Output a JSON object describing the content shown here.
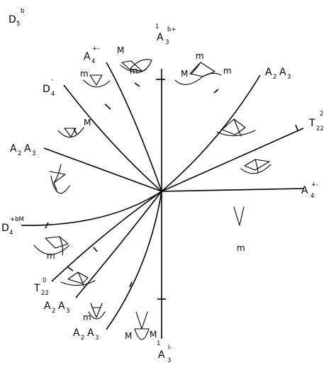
{
  "diagram": {
    "corner_label": {
      "main": "D",
      "sub": "5",
      "sup": "b"
    },
    "rays": [
      {
        "id": "a3-b-top",
        "pre": "1",
        "main": "A",
        "sub": "3",
        "sup": "b+"
      },
      {
        "id": "a3-bottom",
        "pre": "1",
        "main": "A",
        "sub": "3",
        "sup": "l-"
      },
      {
        "id": "a4-right",
        "main": "A",
        "sub": "4",
        "sup": "+-"
      },
      {
        "id": "t22-upper",
        "main": "T",
        "sub": "22",
        "sup": "2"
      },
      {
        "id": "a2a3-upper-right",
        "main": "A",
        "sub": "2",
        "main2": "A",
        "sub2": "3"
      },
      {
        "id": "a4-upper-left",
        "main": "A",
        "sub": "4",
        "sup": "+-"
      },
      {
        "id": "d4-upper-left",
        "main": "D",
        "sub": "4",
        "sup": "-"
      },
      {
        "id": "a2a3-left",
        "main": "A",
        "sub": "2",
        "main2": "A",
        "sub2": "3"
      },
      {
        "id": "d4-left",
        "main": "D",
        "sub": "4",
        "sup": "+bM"
      },
      {
        "id": "t22-lower",
        "main": "T",
        "sub": "22",
        "sup": "0"
      },
      {
        "id": "a2a3-lower-1",
        "main": "A",
        "sub": "2",
        "main2": "A",
        "sub2": "3"
      },
      {
        "id": "a2a3-lower-2",
        "main": "A",
        "sub": "2",
        "main2": "A",
        "sub2": "3"
      }
    ],
    "sketch_labels": {
      "M": "M",
      "m": "m"
    }
  }
}
